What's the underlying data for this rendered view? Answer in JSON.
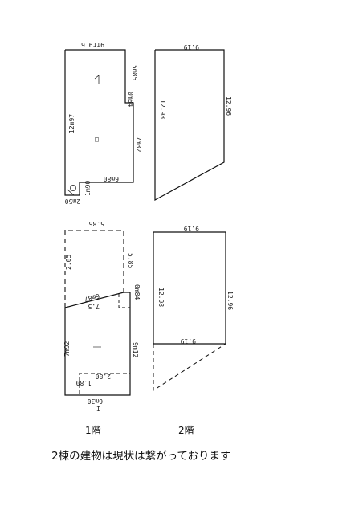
{
  "upper_1f": {
    "dims": {
      "top": "9ft9 6",
      "left": "12m97",
      "right_upper": "5m85",
      "notch": "0m84",
      "right_lower": "7m32",
      "bottom": "6m80",
      "step_vertical": "1m90",
      "step_bottom": "2m50"
    }
  },
  "upper_2f": {
    "dims": {
      "top": "9.19",
      "left": "12.98",
      "right": "12.96"
    }
  },
  "lower_1f": {
    "dims": {
      "top": "5.86",
      "left_upper": "2.05",
      "right_upper": "5.85",
      "slope": "6m87",
      "notch_small": "0m84",
      "inner": "7.5",
      "left_lower": "7m92",
      "right_lower": "9m12",
      "inner_width": "2.80",
      "inner_height": "1.80",
      "bottom": "6m30",
      "bottom_tick": "I"
    }
  },
  "lower_2f": {
    "dims": {
      "top": "9.19",
      "left": "12.98",
      "right": "12.96",
      "middle": "9.19"
    }
  },
  "captions": {
    "floor1": "1階",
    "floor2": "2階"
  },
  "note": "2棟の建物は現状は繋がっております"
}
